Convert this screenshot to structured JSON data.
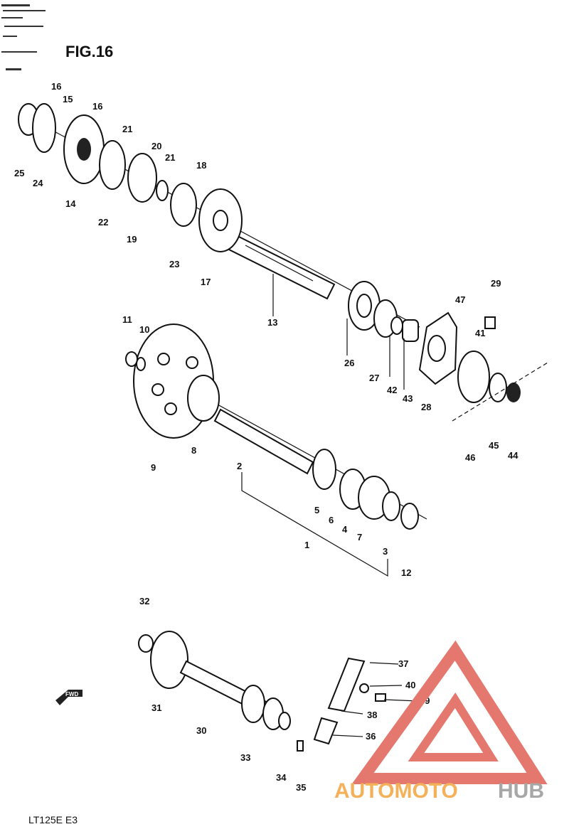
{
  "diagram": {
    "title": "FIG.16",
    "footer": "LT125E E3",
    "fwd_label": "FWD",
    "colors": {
      "line": "#111111",
      "watermark_red": "#e5786e",
      "watermark_orange": "#f4b15a",
      "watermark_grey": "#a7a7a7"
    },
    "part_labels": [
      "16",
      "15",
      "16",
      "21",
      "20",
      "21",
      "18",
      "25",
      "24",
      "14",
      "22",
      "19",
      "23",
      "17",
      "13",
      "47",
      "29",
      "41",
      "26",
      "27",
      "42",
      "43",
      "28",
      "46",
      "45",
      "44",
      "11",
      "10",
      "9",
      "8",
      "2",
      "5",
      "6",
      "4",
      "7",
      "3",
      "1",
      "12",
      "32",
      "37",
      "40",
      "39",
      "38",
      "36",
      "31",
      "30",
      "33",
      "34",
      "35"
    ]
  },
  "watermark": {
    "brand_a": "AUTOMOTO",
    "brand_b": "HUB"
  }
}
